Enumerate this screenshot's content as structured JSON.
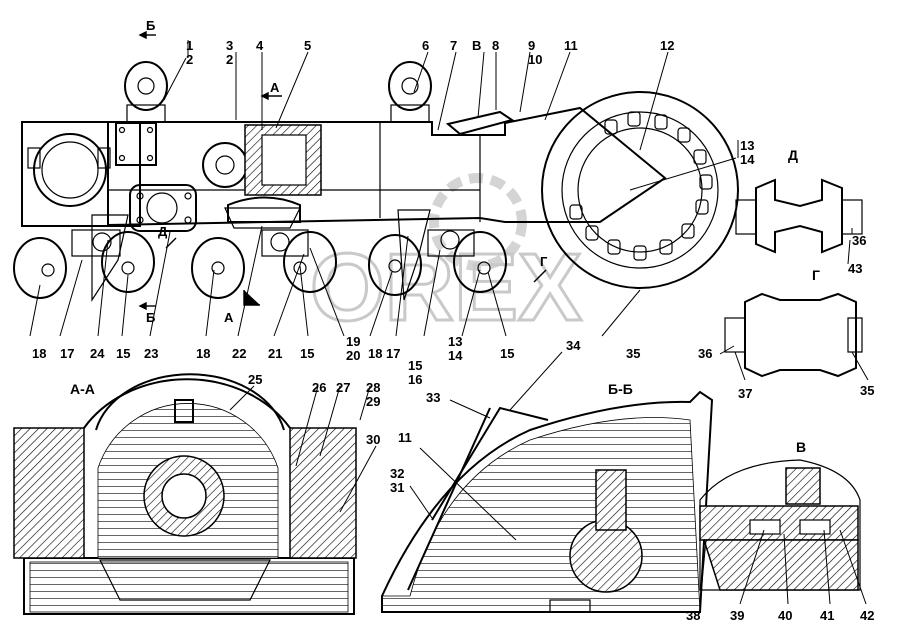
{
  "labels": {
    "l1": "1",
    "l2": "2",
    "l3": "3",
    "l3b": "2",
    "l4": "4",
    "l5": "5",
    "l6": "6",
    "l7": "7",
    "lB8": "В",
    "l8": "8",
    "l9": "9",
    "l10": "10",
    "l11": "11",
    "l12": "12",
    "l13": "13",
    "l14": "14",
    "lD": "Д",
    "l36a": "36",
    "l43": "43",
    "lG": "Г",
    "l35": "35",
    "l36b": "36",
    "l37": "37",
    "l35b": "35",
    "l17": "17",
    "l24": "24",
    "l15a": "15",
    "l23": "23",
    "l18": "18",
    "l22": "22",
    "l21": "21",
    "l15b": "15",
    "l19": "19",
    "l20": "20",
    "l18b": "18",
    "l17b": "17",
    "l15c": "15",
    "l16": "16",
    "l13b": "13",
    "l14b": "14",
    "l15d": "15",
    "l18a": "18",
    "l34": "34",
    "l33": "33",
    "l11b": "11",
    "l32": "32",
    "l31": "31",
    "l25": "25",
    "l26": "26",
    "l27": "27",
    "l28": "28",
    "l29": "29",
    "l30": "30",
    "l38": "38",
    "l39": "39",
    "l40": "40",
    "l41": "41",
    "l42": "42"
  },
  "markers": {
    "b_top": "Б",
    "a_top": "А",
    "d_mid": "Д",
    "g_mid": "Г",
    "b_bot": "Б",
    "a_bot": "А"
  },
  "section_titles": {
    "aa": "А-А",
    "bb": "Б-Б",
    "v": "В",
    "d": "Д",
    "g": "Г"
  },
  "watermark": "OREX"
}
